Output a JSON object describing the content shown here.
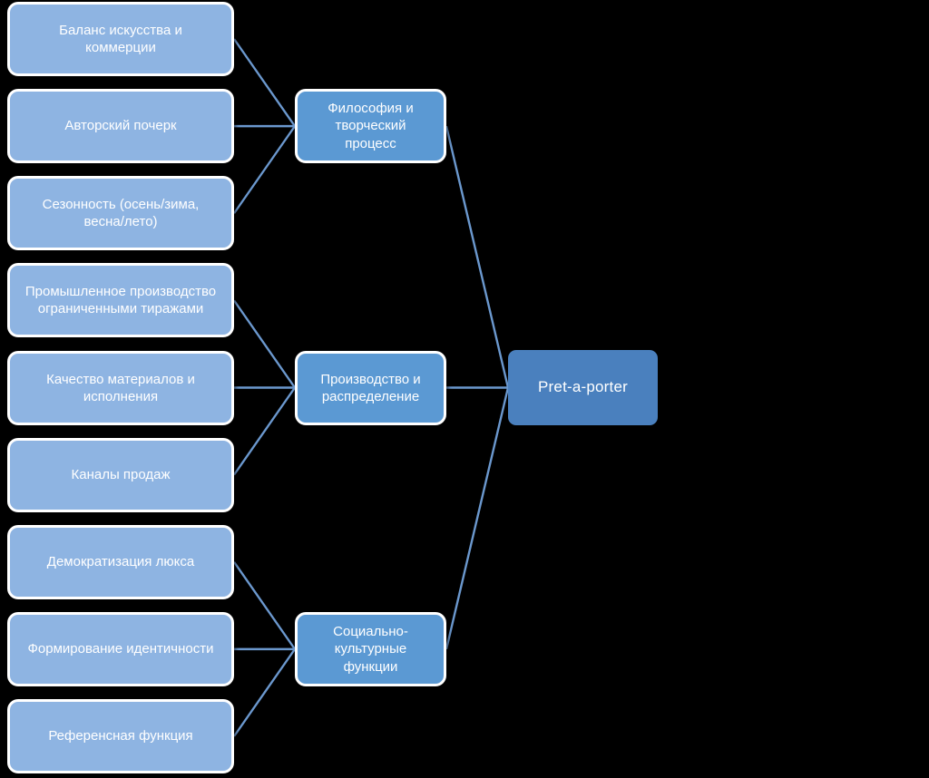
{
  "diagram": {
    "root": {
      "label": "Pret-a-porter"
    },
    "groups": [
      {
        "category": "Философия и творческий процесс",
        "items": [
          "Баланс искусства и коммерции",
          "Авторский почерк",
          "Сезонность (осень/зима, весна/лето)"
        ]
      },
      {
        "category": "Производство и распределение",
        "items": [
          "Промышленное производство ограниченными тиражами",
          "Качество материалов и исполнения",
          "Каналы продаж"
        ]
      },
      {
        "category": "Социально-культурные функции",
        "items": [
          "Демократизация люкса",
          "Формирование идентичности",
          "Референсная функция"
        ]
      }
    ],
    "colors": {
      "background": "#000000",
      "leaf_fill": "#8EB4E2",
      "category_fill": "#5B99D3",
      "root_fill": "#4A80BE",
      "connector": "#6B98CE",
      "border": "#FFFFFF",
      "text": "#FFFFFF"
    }
  }
}
